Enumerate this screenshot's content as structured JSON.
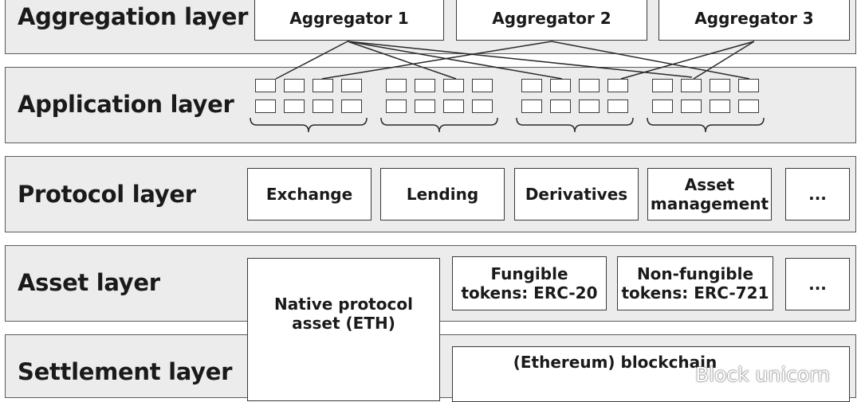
{
  "layers": {
    "aggregation": "Aggregation layer",
    "application": "Application layer",
    "protocol": "Protocol layer",
    "asset": "Asset layer",
    "settlement": "Settlement layer"
  },
  "aggregators": [
    "Aggregator 1",
    "Aggregator 2",
    "Aggregator 3"
  ],
  "protocols": [
    "Exchange",
    "Lending",
    "Derivatives",
    "Asset\nmanagement",
    "..."
  ],
  "assets": {
    "native": "Native protocol\nasset (ETH)",
    "fungible": "Fungible\ntokens: ERC-20",
    "non_fungible": "Non-fungible\ntokens: ERC-721",
    "more": "..."
  },
  "settlement_box": "(Ethereum) blockchain",
  "watermark": "Block unicorn",
  "icons": {
    "watermark": "wechat-logo-icon"
  }
}
